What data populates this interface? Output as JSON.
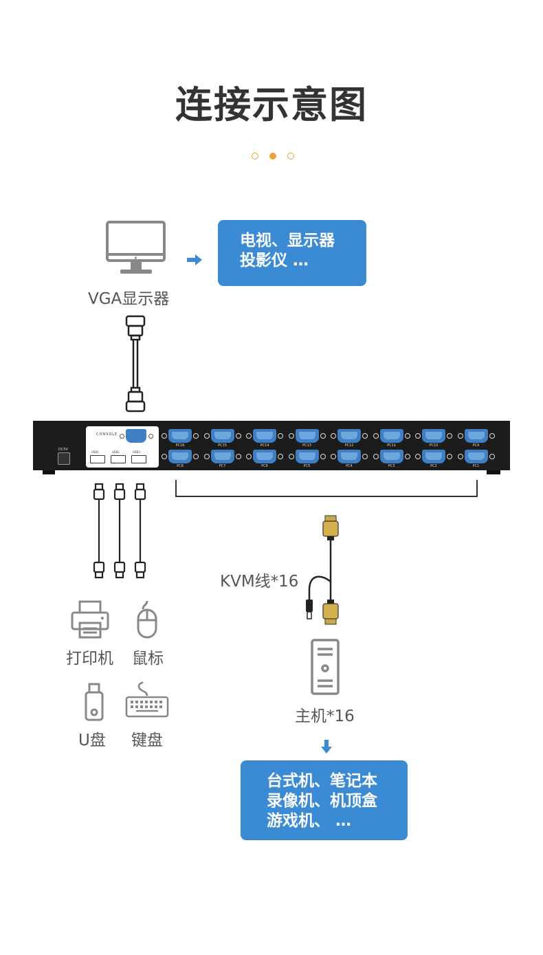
{
  "title": "连接示意图",
  "monitor": {
    "label": "VGA显示器"
  },
  "display_box": {
    "line1": "电视、显示器",
    "line2": "投影仪 …"
  },
  "kvm_panel": {
    "console_label": "CONSOLE",
    "usb_labels": [
      "USB1",
      "USB2",
      "USB3"
    ],
    "power_label": "DC5V",
    "top_ports": [
      "PC16",
      "PC15",
      "PC14",
      "PC13",
      "PC12",
      "PC11",
      "PC10",
      "PC9"
    ],
    "bottom_ports": [
      "PC8",
      "PC7",
      "PC6",
      "PC5",
      "PC4",
      "PC3",
      "PC2",
      "PC1"
    ]
  },
  "cable_label": "KVM线*16",
  "host_label": "主机*16",
  "peripherals": [
    {
      "label": "打印机",
      "icon": "printer-icon"
    },
    {
      "label": "鼠标",
      "icon": "mouse-icon"
    },
    {
      "label": "U盘",
      "icon": "usb-drive-icon"
    },
    {
      "label": "键盘",
      "icon": "keyboard-icon"
    }
  ],
  "devices_box": {
    "line1": "台式机、笔记本",
    "line2": "录像机、机顶盒",
    "line3": "游戏机、 …"
  },
  "colors": {
    "accent_blue": "#3a8ad4",
    "dot_orange": "#e8a23a",
    "panel": "#1c1c1c",
    "port_blue": "#3f7fc4"
  }
}
